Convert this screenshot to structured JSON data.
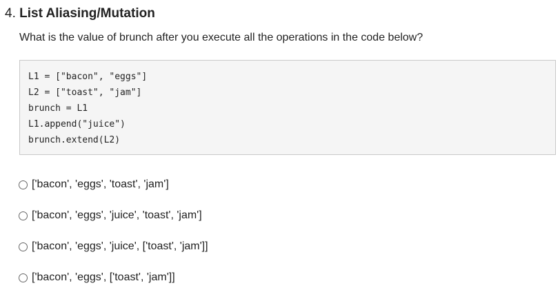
{
  "question": {
    "number": "4.",
    "title": "List Aliasing/Mutation",
    "prompt": "What is the value of brunch after you execute all the operations in the code below?"
  },
  "code": {
    "lines": [
      "L1 = [\"bacon\", \"eggs\"]",
      "L2 = [\"toast\", \"jam\"]",
      "brunch = L1",
      "L1.append(\"juice\")",
      "brunch.extend(L2)"
    ]
  },
  "options": [
    {
      "label": "['bacon', 'eggs', 'toast', 'jam']",
      "selected": false
    },
    {
      "label": "['bacon', 'eggs', 'juice', 'toast', 'jam']",
      "selected": false
    },
    {
      "label": "['bacon', 'eggs', 'juice', ['toast', 'jam']]",
      "selected": false
    },
    {
      "label": "['bacon', 'eggs', ['toast', 'jam']]",
      "selected": false
    }
  ]
}
